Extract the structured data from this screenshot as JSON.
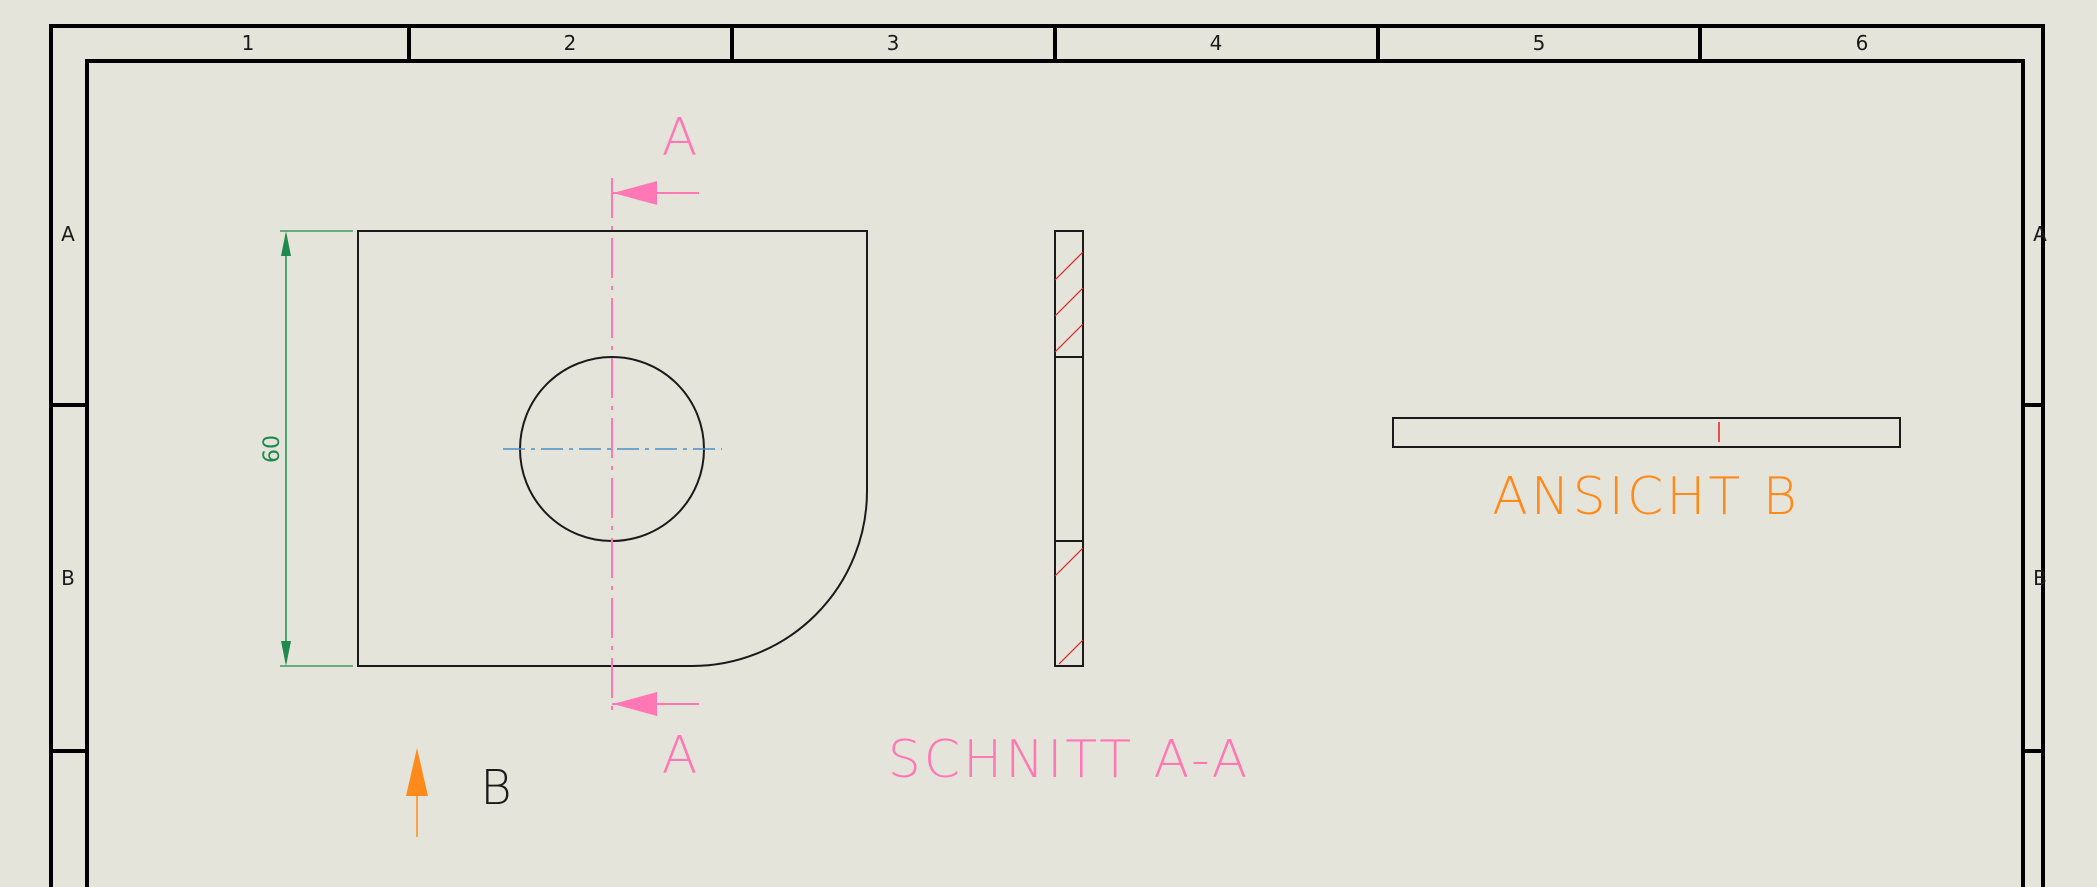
{
  "colors": {
    "background": "#e5e4db",
    "frame": "#000000",
    "part_outline": "#1a1a1a",
    "section_line": "#ff77b4",
    "view_arrow": "#ff8a1c",
    "dimension": "#1f8a4c",
    "centerline": "#4a90c8",
    "hatch": "#e02020"
  },
  "frame": {
    "columns": [
      "1",
      "2",
      "3",
      "4",
      "5",
      "6"
    ],
    "rows": [
      "A",
      "B"
    ]
  },
  "dimension": {
    "height_value": "60"
  },
  "section": {
    "marker_top": "A",
    "marker_bottom": "A",
    "title": "SCHNITT A-A"
  },
  "view": {
    "arrow_label": "B",
    "title": "ANSICHT B"
  }
}
